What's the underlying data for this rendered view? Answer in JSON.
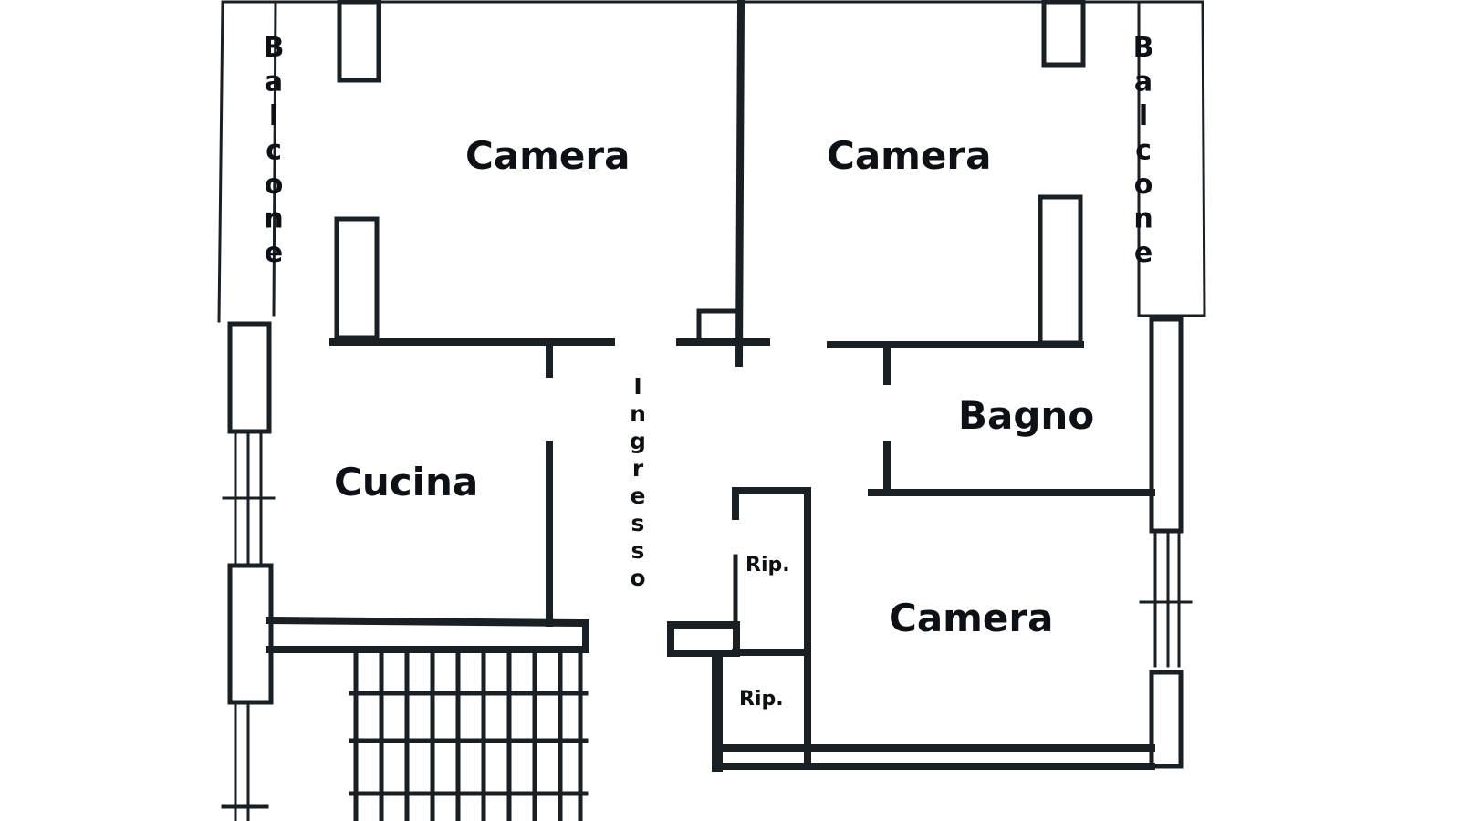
{
  "floor_plan": {
    "rooms": {
      "camera_top_left": "Camera",
      "camera_top_right": "Camera",
      "camera_bottom_right": "Camera",
      "cucina": "Cucina",
      "bagno": "Bagno",
      "ripostiglio_upper": "Rip.",
      "ripostiglio_lower": "Rip."
    },
    "vertical_labels": {
      "balcone_left": "Balcone",
      "balcone_right": "Balcone",
      "ingresso": "Ingresso"
    }
  },
  "colors": {
    "wall": "#1a1f24",
    "background": "#ffffff"
  }
}
